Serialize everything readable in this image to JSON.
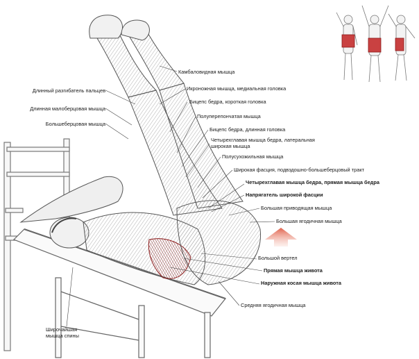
{
  "figure": {
    "labels_left": [
      {
        "id": "ext-digitorum",
        "text": "Длинный разгибатель пальцев",
        "bold": false
      },
      {
        "id": "peroneus",
        "text": "Длинная малоберцовая мышца",
        "bold": false
      },
      {
        "id": "tibialis",
        "text": "Большеберцовая мышца",
        "bold": false
      },
      {
        "id": "latissimus",
        "text": "Широчайшая мышца спины",
        "bold": false
      }
    ],
    "labels_right": [
      {
        "id": "soleus",
        "text": "Камбаловидная мышца",
        "bold": false
      },
      {
        "id": "gastrocnemius",
        "text": "Икроножная мышца, медиальная головка",
        "bold": false
      },
      {
        "id": "biceps-short",
        "text": "Бицепс бедра, короткая головка",
        "bold": false
      },
      {
        "id": "semimembranosus",
        "text": "Полуперепончатая мышца",
        "bold": false
      },
      {
        "id": "biceps-long",
        "text": "Бицепс бедра, длинная головка",
        "bold": false
      },
      {
        "id": "vastus-lateralis",
        "text": "Четырехглавая мышца бедра, латеральная широкая мышца",
        "bold": false
      },
      {
        "id": "semitendinosus",
        "text": "Полусухожильная мышца",
        "bold": false
      },
      {
        "id": "fascia-lata",
        "text": "Широкая фасция, подвздошно-большеберцовый тракт",
        "bold": false
      },
      {
        "id": "rectus-femoris",
        "text": "Четырехглавая мышца бедра, прямая мышца бедра",
        "bold": true
      },
      {
        "id": "tensor",
        "text": "Напрягатель широкой фасции",
        "bold": true
      },
      {
        "id": "adductor-magnus",
        "text": "Большая приводящая мышца",
        "bold": false
      },
      {
        "id": "gluteus-maximus",
        "text": "Большая ягодичная мышца",
        "bold": false
      },
      {
        "id": "trochanter",
        "text": "Большой вертел",
        "bold": false
      },
      {
        "id": "rectus-abdominis",
        "text": "Прямая мышца живота",
        "bold": true
      },
      {
        "id": "external-oblique",
        "text": "Наружная косая мышца живота",
        "bold": true
      },
      {
        "id": "gluteus-medius",
        "text": "Средняя ягодичная мышца",
        "bold": false
      }
    ]
  }
}
